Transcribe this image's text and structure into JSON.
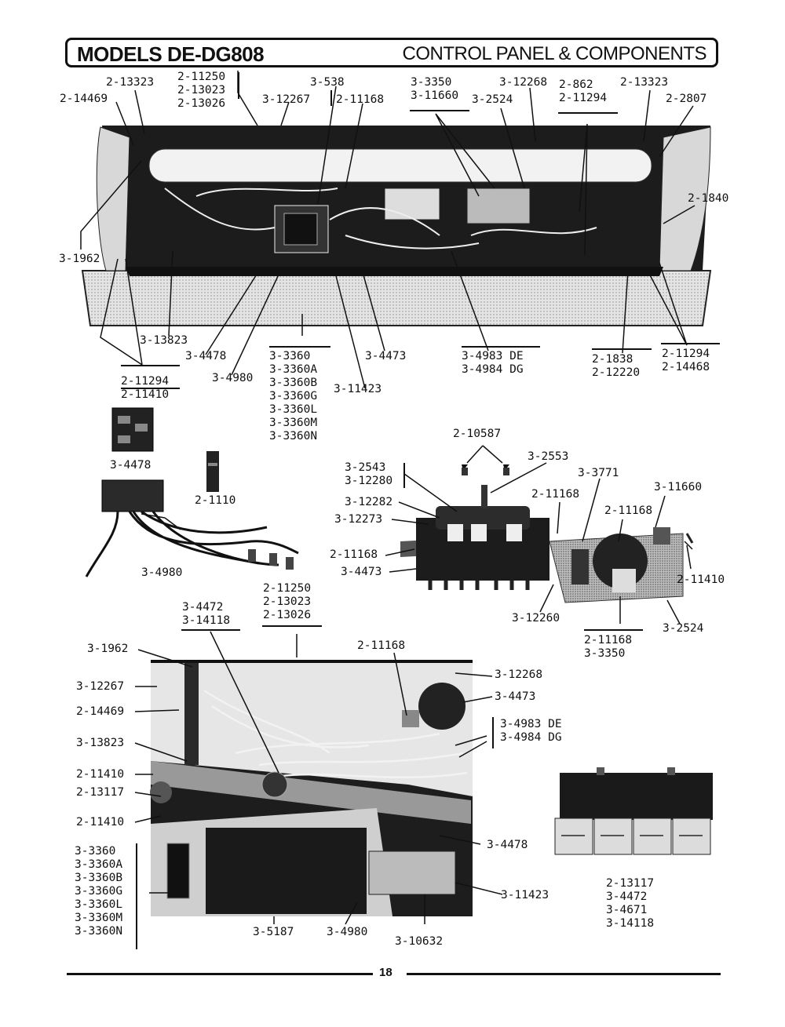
{
  "header": {
    "models": "MODELS DE-DG808",
    "section": "CONTROL PANEL & COMPONENTS"
  },
  "page_number": "18",
  "labels": {
    "top_2_13323_left": "2-13323",
    "top_2_14469": "2-14469",
    "top_group_11250": [
      "2-11250",
      "2-13023",
      "2-13026"
    ],
    "top_3_538": "3-538",
    "top_3_12267": "3-12267",
    "top_2_11168": "2-11168",
    "top_group_3350": [
      "3-3350",
      "3-11660"
    ],
    "top_3_12268": "3-12268",
    "top_3_2524": "3-2524",
    "top_group_862": [
      "2-862",
      "2-11294"
    ],
    "top_2_13323_right": "2-13323",
    "top_2_2807": "2-2807",
    "top_2_1840": "2-1840",
    "top_3_1962": "3-1962",
    "bot_3_13823": "3-13823",
    "bot_3_4478": "3-4478",
    "bot_3_4980": "3-4980",
    "bot_group_3360": [
      "3-3360",
      "3-3360A",
      "3-3360B",
      "3-3360G",
      "3-3360L",
      "3-3360M",
      "3-3360N"
    ],
    "bot_3_11423": "3-11423",
    "bot_3_4473": "3-4473",
    "bot_group_4983": [
      "3-4983 DE",
      "3-4984 DG"
    ],
    "bot_group_1838": [
      "2-1838",
      "2-12220"
    ],
    "bot_group_11294_right": [
      "2-11294",
      "2-14468"
    ],
    "bot_group_11294_left": [
      "2-11294",
      "2-11410"
    ],
    "mid_3_4478": "3-4478",
    "mid_2_1110": "2-1110",
    "mid_3_4980": "3-4980",
    "mid_2_10587": "2-10587",
    "mid_3_2553": "3-2553",
    "mid_group_2543": [
      "3-2543",
      "3-12280"
    ],
    "mid_3_3771": "3-3771",
    "mid_3_11660": "3-11660",
    "mid_3_12282": "3-12282",
    "mid_2_11168_a": "2-11168",
    "mid_2_11168_b": "2-11168",
    "mid_3_12273": "3-12273",
    "mid_2_11168_c": "2-11168",
    "mid_3_4473": "3-4473",
    "mid_2_11410": "2-11410",
    "mid_3_12260": "3-12260",
    "mid_group_11168": [
      "2-11168",
      "3-3350"
    ],
    "mid_3_2524": "3-2524",
    "low_group_4472": [
      "3-4472",
      "3-14118"
    ],
    "low_group_11250": [
      "2-11250",
      "2-13023",
      "2-13026"
    ],
    "low_3_1962": "3-1962",
    "low_2_11168": "2-11168",
    "low_3_12268": "3-12268",
    "low_3_12267": "3-12267",
    "low_3_4473": "3-4473",
    "low_2_14469": "2-14469",
    "low_group_4983": [
      "3-4983 DE",
      "3-4984 DG"
    ],
    "low_3_13823": "3-13823",
    "low_2_11410_a": "2-11410",
    "low_2_13117": "2-13117",
    "low_2_11410_b": "2-11410",
    "low_group_3360": [
      "3-3360",
      "3-3360A",
      "3-3360B",
      "3-3360G",
      "3-3360L",
      "3-3360M",
      "3-3360N"
    ],
    "low_3_4478": "3-4478",
    "low_3_11423": "3-11423",
    "low_3_5187": "3-5187",
    "low_3_4980": "3-4980",
    "low_3_10632": "3-10632",
    "low_group_13117": [
      "2-13117",
      "3-4472",
      "3-4671",
      "3-14118"
    ]
  },
  "colors": {
    "ink": "#111111",
    "panel_light": "#d9d9d9",
    "panel_mid": "#9a9a9a",
    "panel_dark": "#1c1c1c"
  }
}
